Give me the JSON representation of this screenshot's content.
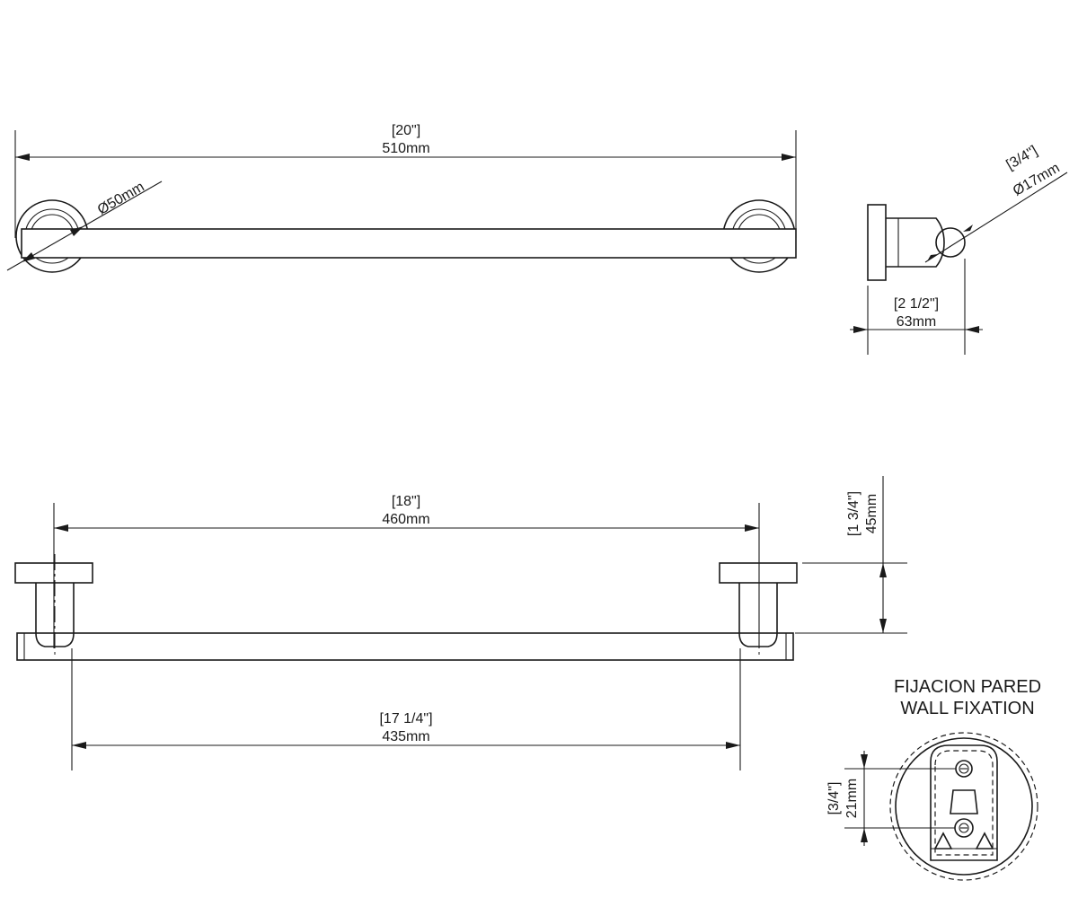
{
  "top_view": {
    "overall_length_in": "[20\"]",
    "overall_length_mm": "510mm",
    "flange_diameter": "Ø50mm"
  },
  "side_view": {
    "bar_diameter_in": "[3/4\"]",
    "bar_diameter_mm": "Ø17mm",
    "projection_in": "[2 1/2\"]",
    "projection_mm": "63mm"
  },
  "front_view": {
    "center_distance_in": "[18\"]",
    "center_distance_mm": "460mm",
    "inner_distance_in": "[17 1/4\"]",
    "inner_distance_mm": "435mm",
    "post_height_in": "[1 3/4\"]",
    "post_height_mm": "45mm"
  },
  "wall_fixation": {
    "title_es": "FIJACION PARED",
    "title_en": "WALL FIXATION",
    "hole_spacing_in": "[3/4\"]",
    "hole_spacing_mm": "21mm"
  }
}
